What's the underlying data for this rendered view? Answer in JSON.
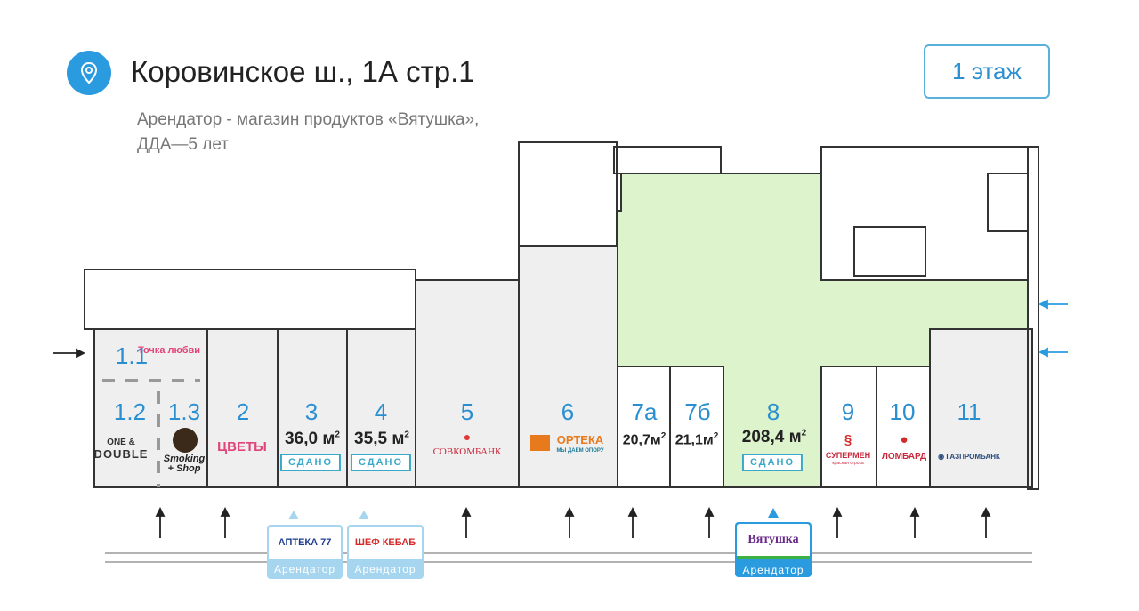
{
  "header": {
    "pin_icon": "map-pin-icon",
    "title": "Коровинское ш.,  1А стр.1",
    "subtitle_line1": "Арендатор - магазин продуктов «Вятушка»,",
    "subtitle_line2": "ДДА—5 лет",
    "floor_button": "1 этаж"
  },
  "colors": {
    "accent": "#2b9be0",
    "leased_area": "#ddf3cc",
    "unit_fill": "#efefef"
  },
  "units": [
    {
      "id": "1.1",
      "brand": "Точка любви"
    },
    {
      "id": "1.2",
      "brand_line1": "ONE &",
      "brand_line2": "DOUBLE"
    },
    {
      "id": "1.3",
      "brand_line1": "Smoking",
      "brand_line2": "+ Shop"
    },
    {
      "id": "2",
      "brand": "ЦВЕТЫ"
    },
    {
      "id": "3",
      "area": "36,0 м",
      "status": "СДАНО"
    },
    {
      "id": "4",
      "area": "35,5 м",
      "status": "СДАНО"
    },
    {
      "id": "5",
      "brand": "СОВКОМБАНК"
    },
    {
      "id": "6",
      "brand": "ОРТЕКА",
      "brand_sub": "МЫ ДАЕМ ОПОРУ"
    },
    {
      "id": "7а",
      "area": "20,7м"
    },
    {
      "id": "7б",
      "area": "21,1м"
    },
    {
      "id": "8",
      "area": "208,4 м",
      "status": "СДАНО"
    },
    {
      "id": "9",
      "brand": "СУПЕРМЕН",
      "brand_sub": "красная строка"
    },
    {
      "id": "10",
      "brand": "ЛОМБАРД"
    },
    {
      "id": "11",
      "brand": "ГАЗПРОМБАНК"
    }
  ],
  "area_unit_sup": "2",
  "tenants": [
    {
      "brand": "АПТЕКА 77",
      "label": "Арендатор"
    },
    {
      "brand": "ШЕФ КЕБАБ",
      "label": "Арендатор"
    },
    {
      "brand": "Вятушка",
      "label": "Арендатор"
    }
  ]
}
